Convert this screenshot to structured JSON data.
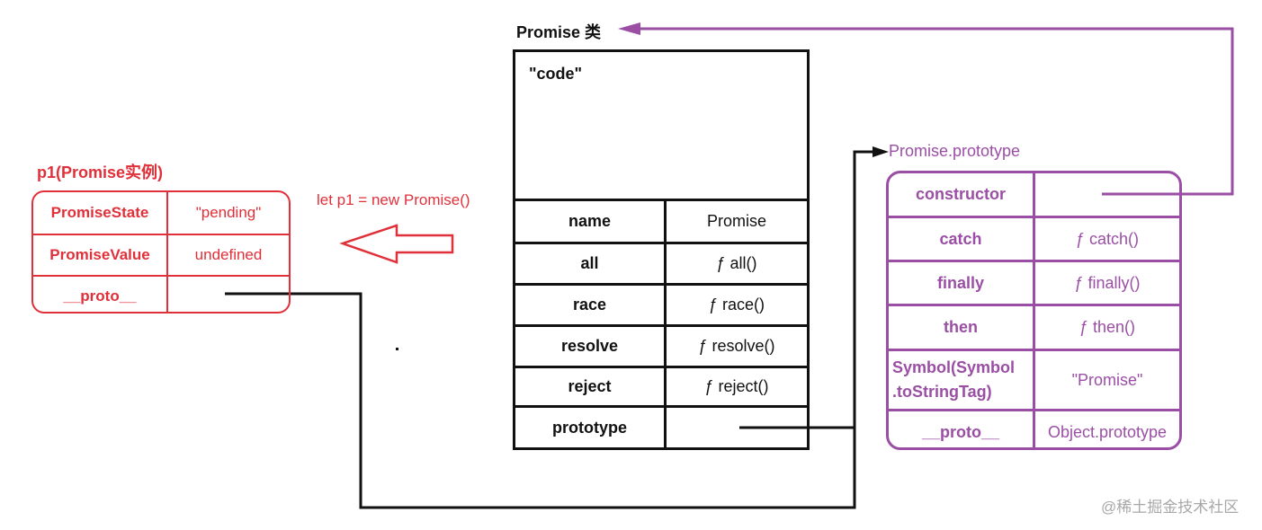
{
  "instance": {
    "title": "p1(Promise实例)",
    "rows": [
      {
        "key": "PromiseState",
        "value": "\"pending\""
      },
      {
        "key": "PromiseValue",
        "value": "undefined"
      },
      {
        "key": "__proto__",
        "value": ""
      }
    ]
  },
  "constructor_call": {
    "label": "let p1 = new Promise()"
  },
  "promise_class": {
    "title": "Promise 类",
    "code_label": "\"code\"",
    "rows": [
      {
        "key": "name",
        "value": "Promise"
      },
      {
        "key": "all",
        "value": "ƒ all()"
      },
      {
        "key": "race",
        "value": "ƒ race()"
      },
      {
        "key": "resolve",
        "value": "ƒ resolve()"
      },
      {
        "key": "reject",
        "value": "ƒ reject()"
      },
      {
        "key": "prototype",
        "value": ""
      }
    ]
  },
  "prototype_object": {
    "title": "Promise.prototype",
    "rows": [
      {
        "key": "constructor",
        "value": ""
      },
      {
        "key": "catch",
        "value": "ƒ catch()"
      },
      {
        "key": "finally",
        "value": "ƒ finally()"
      },
      {
        "key": "then",
        "value": "ƒ then()"
      },
      {
        "key": "Symbol(Symbol\n.toStringTag)",
        "key_line1": "Symbol(Symbol",
        "key_line2": ".toStringTag)",
        "value": "\"Promise\""
      },
      {
        "key": "__proto__",
        "value": "Object.prototype"
      }
    ]
  },
  "colors": {
    "instance": "#e0303a",
    "class": "#111111",
    "prototype": "#9a4fa5"
  },
  "watermark": "@稀土掘金技术社区"
}
